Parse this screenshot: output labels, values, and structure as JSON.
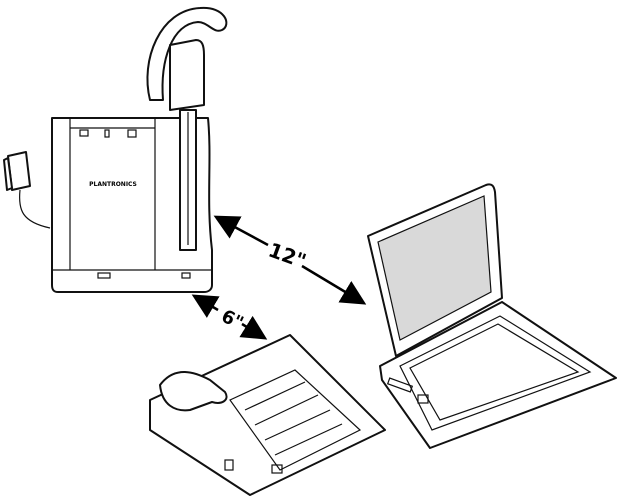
{
  "diagram": {
    "brand_label": "PLANTRONICS",
    "distance_laptop": "12\"",
    "distance_phone": "6\"",
    "colors": {
      "line": "#111111",
      "screen": "#d9d9d9",
      "background": "#ffffff"
    }
  }
}
